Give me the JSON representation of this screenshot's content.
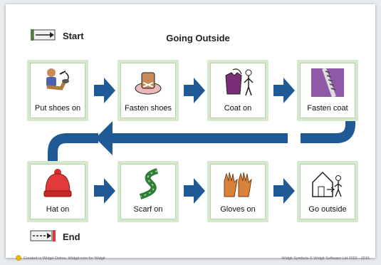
{
  "title": "Going Outside",
  "legend": {
    "start_label": "Start",
    "end_label": "End"
  },
  "steps": [
    {
      "label": "Put shoes on"
    },
    {
      "label": "Fasten shoes"
    },
    {
      "label": "Coat on"
    },
    {
      "label": "Fasten coat"
    },
    {
      "label": "Hat on"
    },
    {
      "label": "Scarf on"
    },
    {
      "label": "Gloves on"
    },
    {
      "label": "Go outside"
    }
  ],
  "footer": {
    "left": "Created in Widgit Online, Widgit.com for Widgit",
    "right": "Widgit Symbols © Widgit Software Ltd 2002 - 2015"
  },
  "colors": {
    "arrow": "#1f5a96",
    "card_border": "#d6e8cd",
    "end_marker": "#d63a3a"
  }
}
